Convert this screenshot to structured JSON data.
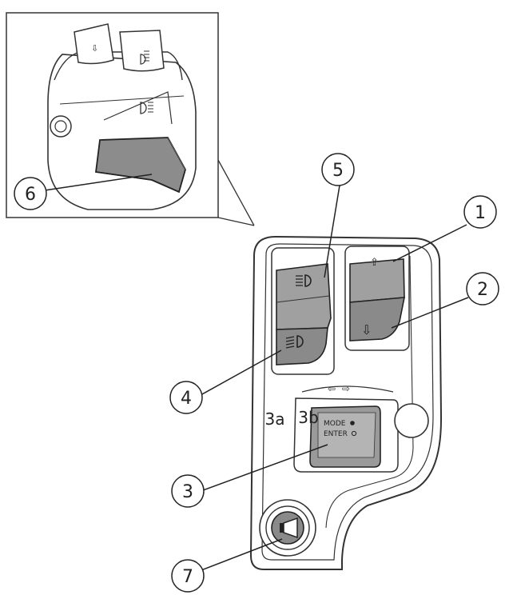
{
  "callouts": {
    "c1": "1",
    "c2": "2",
    "c3": "3",
    "c4": "4",
    "c5": "5",
    "c6": "6",
    "c7": "7"
  },
  "sub_labels": {
    "a": "3a",
    "b": "3b"
  },
  "mode_switch": {
    "line1": "MODE",
    "line2": "ENTER"
  },
  "icons": {
    "high_beam": "high-beam-icon",
    "low_beam": "low-beam-icon",
    "arrow_up": "arrow-up-icon",
    "arrow_down": "arrow-down-icon",
    "horn": "horn-icon",
    "left_right_arrows": "left-right-arrows-icon"
  },
  "colors": {
    "line": "#222222",
    "button_fill": "#9a9a9a",
    "button_dark": "#6e6e6e",
    "housing": "#ffffff"
  }
}
